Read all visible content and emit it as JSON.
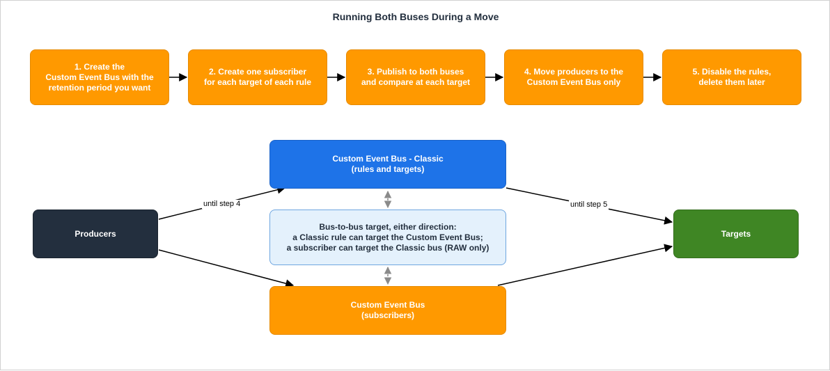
{
  "title": "Running Both Buses During a Move",
  "steps": [
    "1. Create the\nCustom Event Bus with the\nretention period you want",
    "2. Create one subscriber\nfor each target of each rule",
    "3. Publish to both buses\nand compare at each target",
    "4. Move producers to the\nCustom Event Bus only",
    "5. Disable the rules,\ndelete them later"
  ],
  "nodes": {
    "classic": "Custom Event Bus - Classic\n(rules and targets)",
    "note": "Bus-to-bus target, either direction:\na Classic rule can target the Custom Event Bus;\na subscriber can target the Classic bus (RAW only)",
    "custom": "Custom Event Bus\n(subscribers)",
    "producers": "Producers",
    "targets": "Targets"
  },
  "edge_labels": {
    "producers_to_classic": "until step 4",
    "classic_to_targets": "until step 5"
  },
  "colors": {
    "step": "#ff9900",
    "classic": "#1e73e8",
    "note": "#e4f1fc",
    "producers": "#232f3e",
    "targets": "#3f8624",
    "title": "#232f3e"
  }
}
